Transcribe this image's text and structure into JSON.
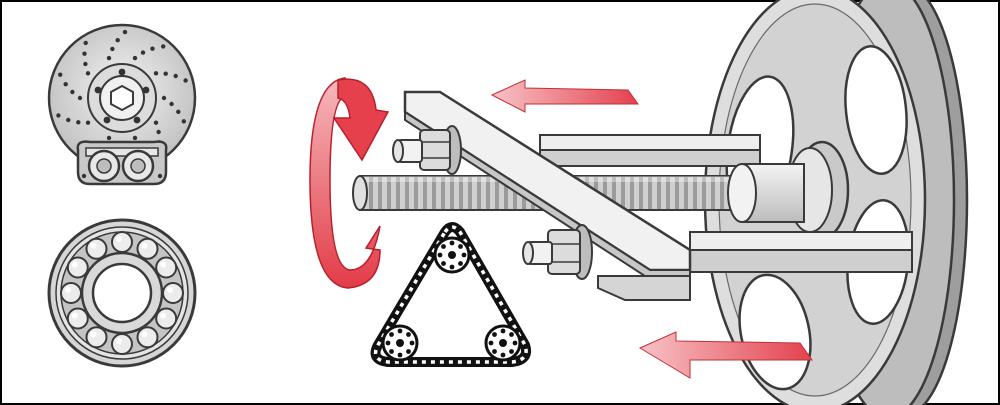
{
  "diagram": {
    "components": [
      {
        "id": "disc-brake",
        "icon": "disc-brake-icon"
      },
      {
        "id": "ball-bearing",
        "icon": "ball-bearing-icon"
      },
      {
        "id": "lead-screw",
        "icon": "lead-screw-icon"
      },
      {
        "id": "chain-drive",
        "icon": "chain-drive-icon"
      },
      {
        "id": "spoked-pulley-wheel",
        "icon": "pulley-wheel-icon"
      },
      {
        "id": "rotation-arrow",
        "icon": "rotation-arrow-icon"
      },
      {
        "id": "direction-arrows",
        "icon": "arrow-icon"
      }
    ],
    "colors": {
      "background": "#ffffff",
      "frame": "#000000",
      "metal_light": "#e8e8e8",
      "metal_mid": "#c9c9c9",
      "metal_dark": "#9a9a9a",
      "outline": "#3a3a3a",
      "arrow_red": "#e84a55",
      "arrow_red_light": "#f5b6ba"
    }
  }
}
